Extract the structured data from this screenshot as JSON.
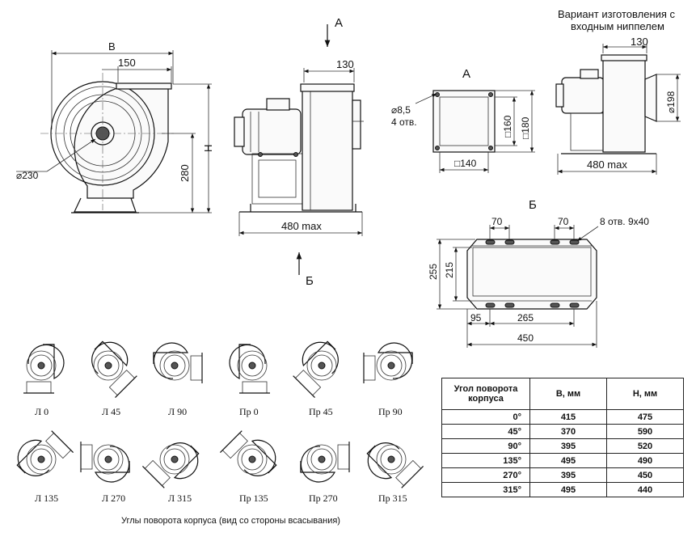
{
  "main_view": {
    "dim_b": "B",
    "dim_150": "150",
    "dim_h": "H",
    "dim_280": "280",
    "dim_230": "⌀230"
  },
  "side_view": {
    "arrow_a": "A",
    "dim_130": "130",
    "dim_480": "480 max",
    "arrow_b": "Б"
  },
  "view_a": {
    "title": "A",
    "hole_dia": "⌀8,5",
    "hole_count": "4 отв.",
    "dim_160": "□160",
    "dim_180": "□180",
    "dim_140": "□140"
  },
  "nipple_variant": {
    "title_line1": "Вариант изготовления с",
    "title_line2": "входным ниппелем",
    "dim_130": "130",
    "dim_198": "⌀198",
    "dim_480": "480 max"
  },
  "view_b": {
    "title": "Б",
    "dim_70_left": "70",
    "dim_70_right": "70",
    "holes": "8 отв. 9x40",
    "dim_255": "255",
    "dim_215": "215",
    "dim_95": "95",
    "dim_265": "265",
    "dim_450": "450"
  },
  "rotations": {
    "items": [
      {
        "label": "Л 0",
        "angle": 0,
        "mirror": false
      },
      {
        "label": "Л 45",
        "angle": 45,
        "mirror": false
      },
      {
        "label": "Л 90",
        "angle": 90,
        "mirror": false
      },
      {
        "label": "Пр 0",
        "angle": 0,
        "mirror": true
      },
      {
        "label": "Пр 45",
        "angle": 45,
        "mirror": true
      },
      {
        "label": "Пр 90",
        "angle": 90,
        "mirror": true
      },
      {
        "label": "Л 135",
        "angle": 135,
        "mirror": false
      },
      {
        "label": "Л 270",
        "angle": 270,
        "mirror": false
      },
      {
        "label": "Л 315",
        "angle": 315,
        "mirror": false
      },
      {
        "label": "Пр 135",
        "angle": 135,
        "mirror": true
      },
      {
        "label": "Пр 270",
        "angle": 270,
        "mirror": true
      },
      {
        "label": "Пр 315",
        "angle": 315,
        "mirror": true
      }
    ],
    "caption": "Углы поворота корпуса (вид со стороны всасывания)"
  },
  "table": {
    "headers": [
      "Угол поворота корпуса",
      "B, мм",
      "H, мм"
    ],
    "rows": [
      [
        "0°",
        "415",
        "475"
      ],
      [
        "45°",
        "370",
        "590"
      ],
      [
        "90°",
        "395",
        "520"
      ],
      [
        "135°",
        "495",
        "490"
      ],
      [
        "270°",
        "395",
        "450"
      ],
      [
        "315°",
        "495",
        "440"
      ]
    ]
  }
}
